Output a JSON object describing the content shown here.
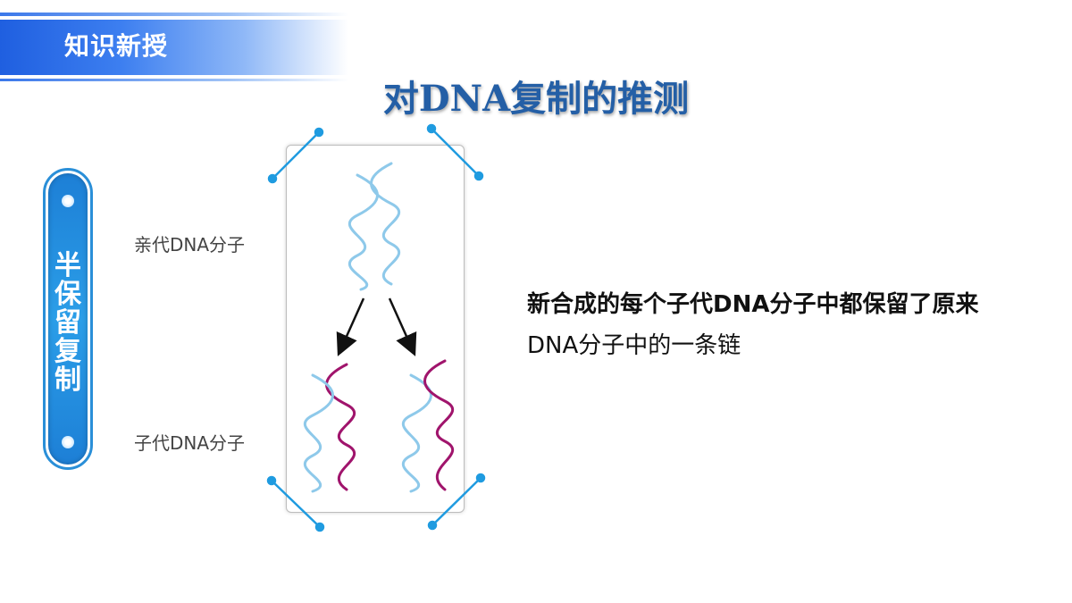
{
  "header": {
    "section_label": "知识新授",
    "title": "对DNA复制的推测"
  },
  "sidebar": {
    "pill_label": "半\n保\n留\n复\n制"
  },
  "diagram": {
    "parent_label": "亲代DNA分子",
    "daughter_label": "子代DNA分子"
  },
  "statement": {
    "line1": "新合成的每个子代DNA分子中都保留了原来",
    "line2": "DNA分子中的一条链"
  },
  "colors": {
    "old_strand": "#8ec9ea",
    "new_strand": "#a0146c",
    "accent_blue": "#2a8fd8",
    "title_blue": "#245fa6"
  }
}
